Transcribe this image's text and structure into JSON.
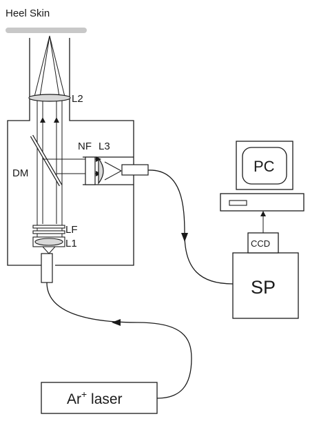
{
  "labels": {
    "heel_skin": "Heel Skin",
    "l2": "L2",
    "nf": "NF",
    "l3": "L3",
    "dm": "DM",
    "lf": "LF",
    "l1": "L1",
    "pc": "PC",
    "ccd": "CCD",
    "sp": "SP",
    "laser_prefix": "Ar",
    "laser_sup": "+",
    "laser_suffix": " laser"
  },
  "colors": {
    "stroke": "#1a1a1a",
    "skin": "#c8c8c8",
    "lens_fill": "#d9d9d9",
    "background": "#ffffff"
  }
}
